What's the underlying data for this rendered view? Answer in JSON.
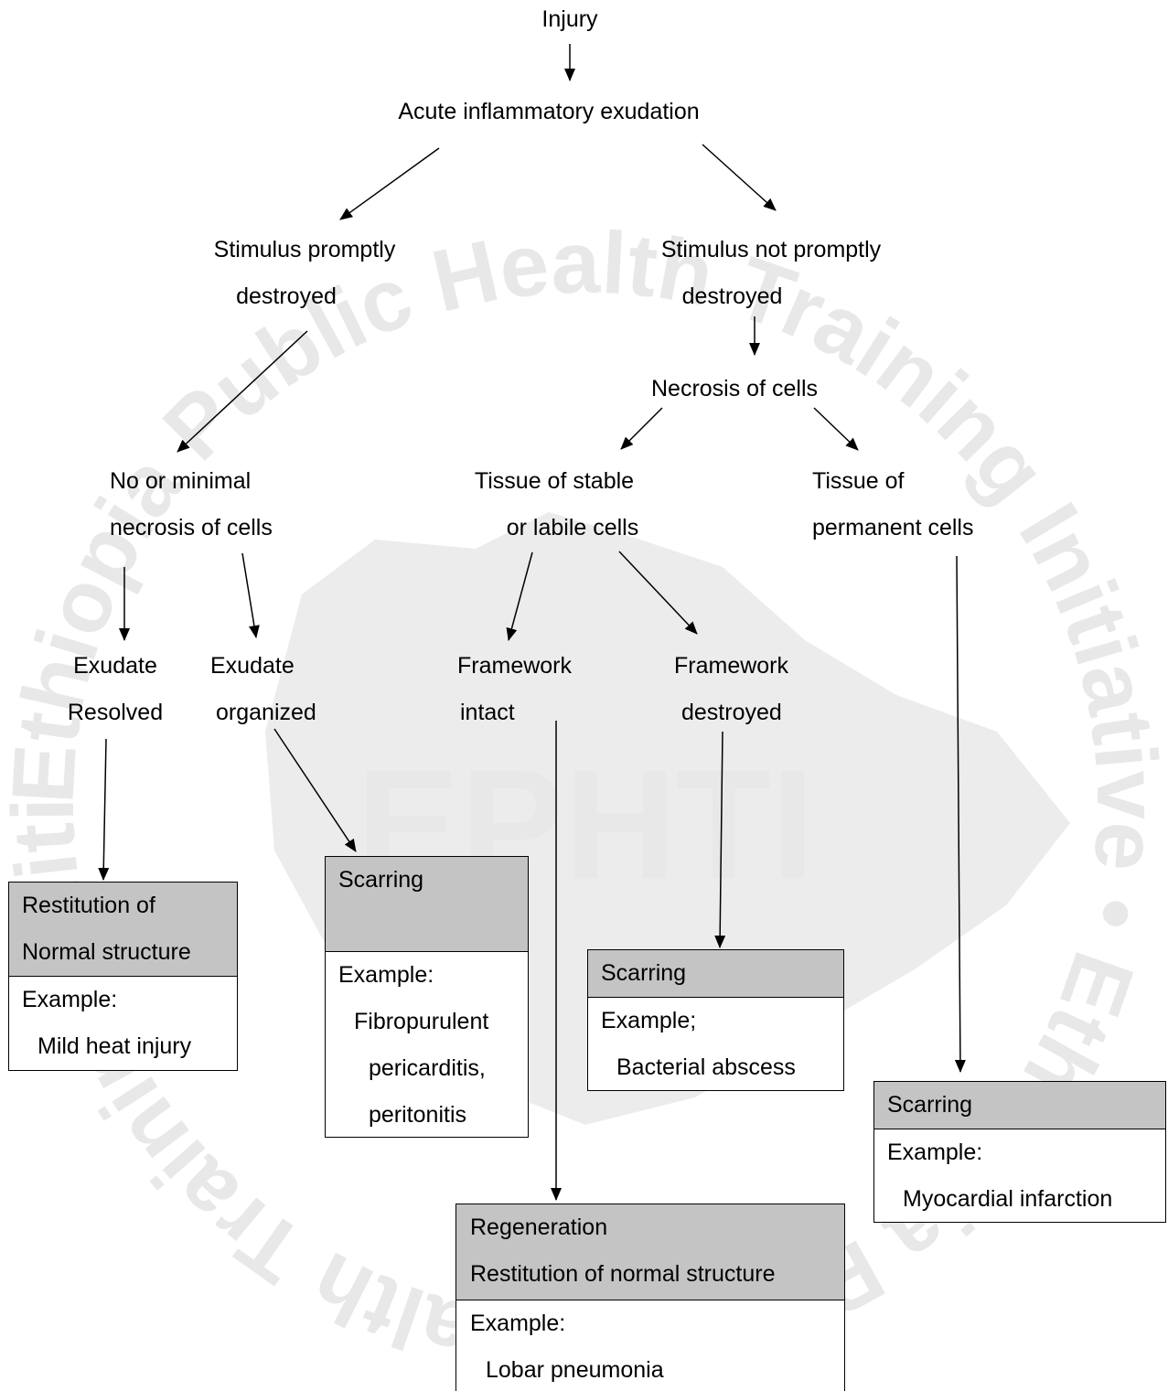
{
  "watermark": {
    "ring_text": "Ethiopia Public Health Training Initiative • Ethiopia Public Health Training Initiative •",
    "center_text": "EPHTI",
    "color": "#e8e8e8"
  },
  "nodes": {
    "injury": "Injury",
    "acute": "Acute inflammatory exudation",
    "stim_destroyed_1": "Stimulus promptly",
    "stim_destroyed_2": "destroyed",
    "stim_not_1": "Stimulus not promptly",
    "stim_not_2": "destroyed",
    "necrosis": "Necrosis of cells",
    "minimal_1": "No or minimal",
    "minimal_2": "necrosis of cells",
    "stable_1": "Tissue of stable",
    "stable_2": "or labile cells",
    "permanent_1": "Tissue of",
    "permanent_2": "permanent cells",
    "resolved_1": "Exudate",
    "resolved_2": "Resolved",
    "organized_1": "Exudate",
    "organized_2": "organized",
    "intact_1": "Framework",
    "intact_2": "intact",
    "fdestroyed_1": "Framework",
    "fdestroyed_2": "destroyed"
  },
  "boxes": {
    "restitution": {
      "header": [
        "Restitution of",
        "Normal structure"
      ],
      "body": [
        "Example:",
        "Mild heat injury"
      ]
    },
    "scarring_organized": {
      "header": [
        "Scarring"
      ],
      "body": [
        "Example:",
        "Fibropurulent",
        "pericarditis,",
        "peritonitis"
      ]
    },
    "scarring_abscess": {
      "header": [
        "Scarring"
      ],
      "body": [
        "Example;",
        "Bacterial abscess"
      ]
    },
    "scarring_permanent": {
      "header": [
        "Scarring"
      ],
      "body": [
        "Example:",
        "Myocardial infarction"
      ]
    },
    "regeneration": {
      "header": [
        "Regeneration",
        "Restitution of normal structure"
      ],
      "body": [
        "Example:",
        "Lobar pneumonia"
      ]
    }
  },
  "colors": {
    "header_fill": "#c4c4c4",
    "line": "#000000"
  }
}
